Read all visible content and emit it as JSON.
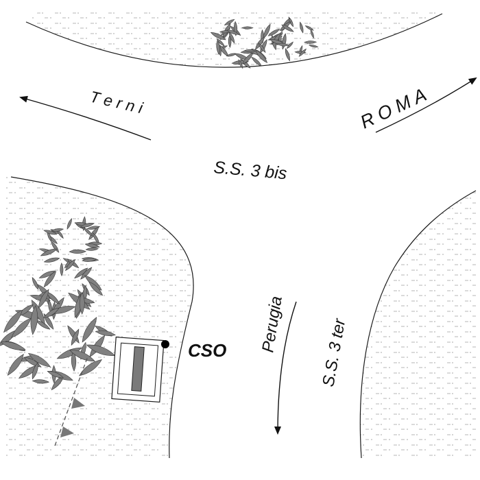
{
  "map": {
    "labels": {
      "terni": "T e r n i",
      "roma": "R O M A",
      "ss3bis": "S.S. 3  bis",
      "perugia": "Perugia",
      "ss3ter": "S.S. 3  ter",
      "cso": "CSO"
    },
    "colors": {
      "background": "#ffffff",
      "verge_hatch": "#b4b4b4",
      "tree_foliage": "#808080",
      "tree_outline": "#3a3a3a",
      "line": "#111111"
    },
    "icons": [
      "tree-cluster-icon",
      "station-marker-icon",
      "direction-arrow-icon"
    ]
  }
}
